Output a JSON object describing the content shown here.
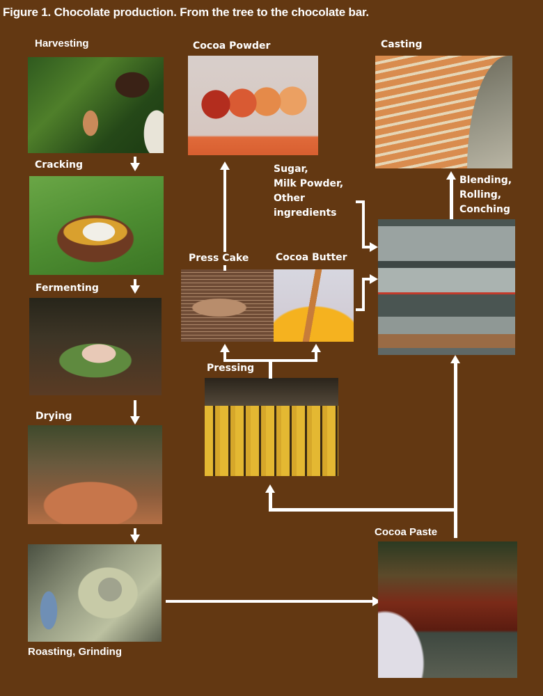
{
  "figure": {
    "title": "Figure 1. Chocolate production. From the tree to the chocolate bar.",
    "background_color": "#633812",
    "arrow_color": "#ffffff"
  },
  "steps": {
    "harvesting": "Harvesting",
    "cracking": "Cracking",
    "fermenting": "Fermenting",
    "drying": "Drying",
    "roasting_grinding": "Roasting, Grinding",
    "cocoa_paste": "Cocoa Paste",
    "pressing": "Pressing",
    "press_cake": "Press Cake",
    "cocoa_butter": "Cocoa Butter",
    "cocoa_powder": "Cocoa Powder",
    "ingredients": [
      "Sugar,",
      "Milk Powder,",
      "Other",
      "ingredients"
    ],
    "blending": [
      "Blending,",
      "Rolling,",
      "Conching"
    ],
    "casting": "Casting"
  },
  "flow": [
    {
      "from": "Harvesting",
      "to": "Cracking"
    },
    {
      "from": "Cracking",
      "to": "Fermenting"
    },
    {
      "from": "Fermenting",
      "to": "Drying"
    },
    {
      "from": "Drying",
      "to": "Roasting, Grinding"
    },
    {
      "from": "Roasting, Grinding",
      "to": "Cocoa Paste"
    },
    {
      "from": "Cocoa Paste",
      "to": "Pressing"
    },
    {
      "from": "Cocoa Paste",
      "to": "Blending, Rolling, Conching"
    },
    {
      "from": "Pressing",
      "to": "Press Cake"
    },
    {
      "from": "Pressing",
      "to": "Cocoa Butter"
    },
    {
      "from": "Press Cake",
      "to": "Cocoa Powder"
    },
    {
      "from": "Cocoa Butter",
      "to": "Blending, Rolling, Conching"
    },
    {
      "from": "Sugar, Milk Powder, Other ingredients",
      "to": "Blending, Rolling, Conching"
    },
    {
      "from": "Blending, Rolling, Conching",
      "to": "Casting"
    }
  ]
}
